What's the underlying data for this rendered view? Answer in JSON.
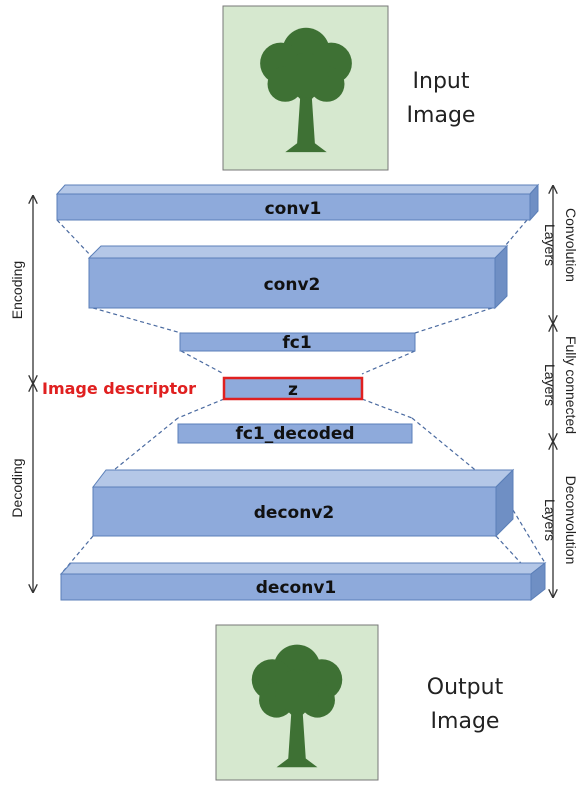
{
  "input_image": {
    "caption_line1": "Input",
    "caption_line2": "Image",
    "icon": "tree-icon"
  },
  "output_image": {
    "caption_line1": "Output",
    "caption_line2": "Image",
    "icon": "tree-icon"
  },
  "layers": {
    "conv1": "conv1",
    "conv2": "conv2",
    "fc1": "fc1",
    "z": "z",
    "fc1_decoded": "fc1_decoded",
    "deconv2": "deconv2",
    "deconv1": "deconv1"
  },
  "descriptor_label": "Image descriptor",
  "left_labels": {
    "encoding": "Encoding",
    "decoding": "Decoding"
  },
  "right_labels": {
    "convolution_line1": "Convolution",
    "convolution_line2": "Layers",
    "fully_connected_line1": "Fully connected",
    "fully_connected_line2": "Layers",
    "deconvolution_line1": "Deconvolution",
    "deconvolution_line2": "Layers"
  },
  "colors": {
    "layer_front": "#8eaadb",
    "layer_top": "#b4c7e7",
    "layer_side": "#6f8fc4",
    "layer_border": "#5b7fb8",
    "image_bg": "#d6e8cf",
    "tree": "#3e7134",
    "highlight": "#e02020"
  }
}
